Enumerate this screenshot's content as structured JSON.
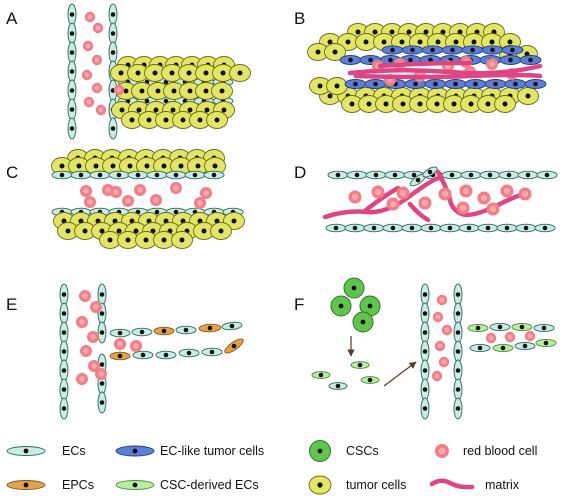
{
  "panels": [
    "A",
    "B",
    "C",
    "D",
    "E",
    "F"
  ],
  "legend": {
    "ec": "ECs",
    "ec_like": "EC-like tumor cells",
    "csc": "CSCs",
    "rbc": "red blood cell",
    "epc": "EPCs",
    "csc_ec": "CSC-derived ECs",
    "tumor": "tumor cells",
    "matrix": "matrix"
  },
  "colors": {
    "ec": "#c8ede2",
    "ec_like": "#5b7fd6",
    "epc": "#e3a24e",
    "csc_ec": "#b7eda0",
    "tumor": "#e3e665",
    "csc": "#5fc54d",
    "rbc": "#f47d86",
    "matrix": "#e04583"
  }
}
